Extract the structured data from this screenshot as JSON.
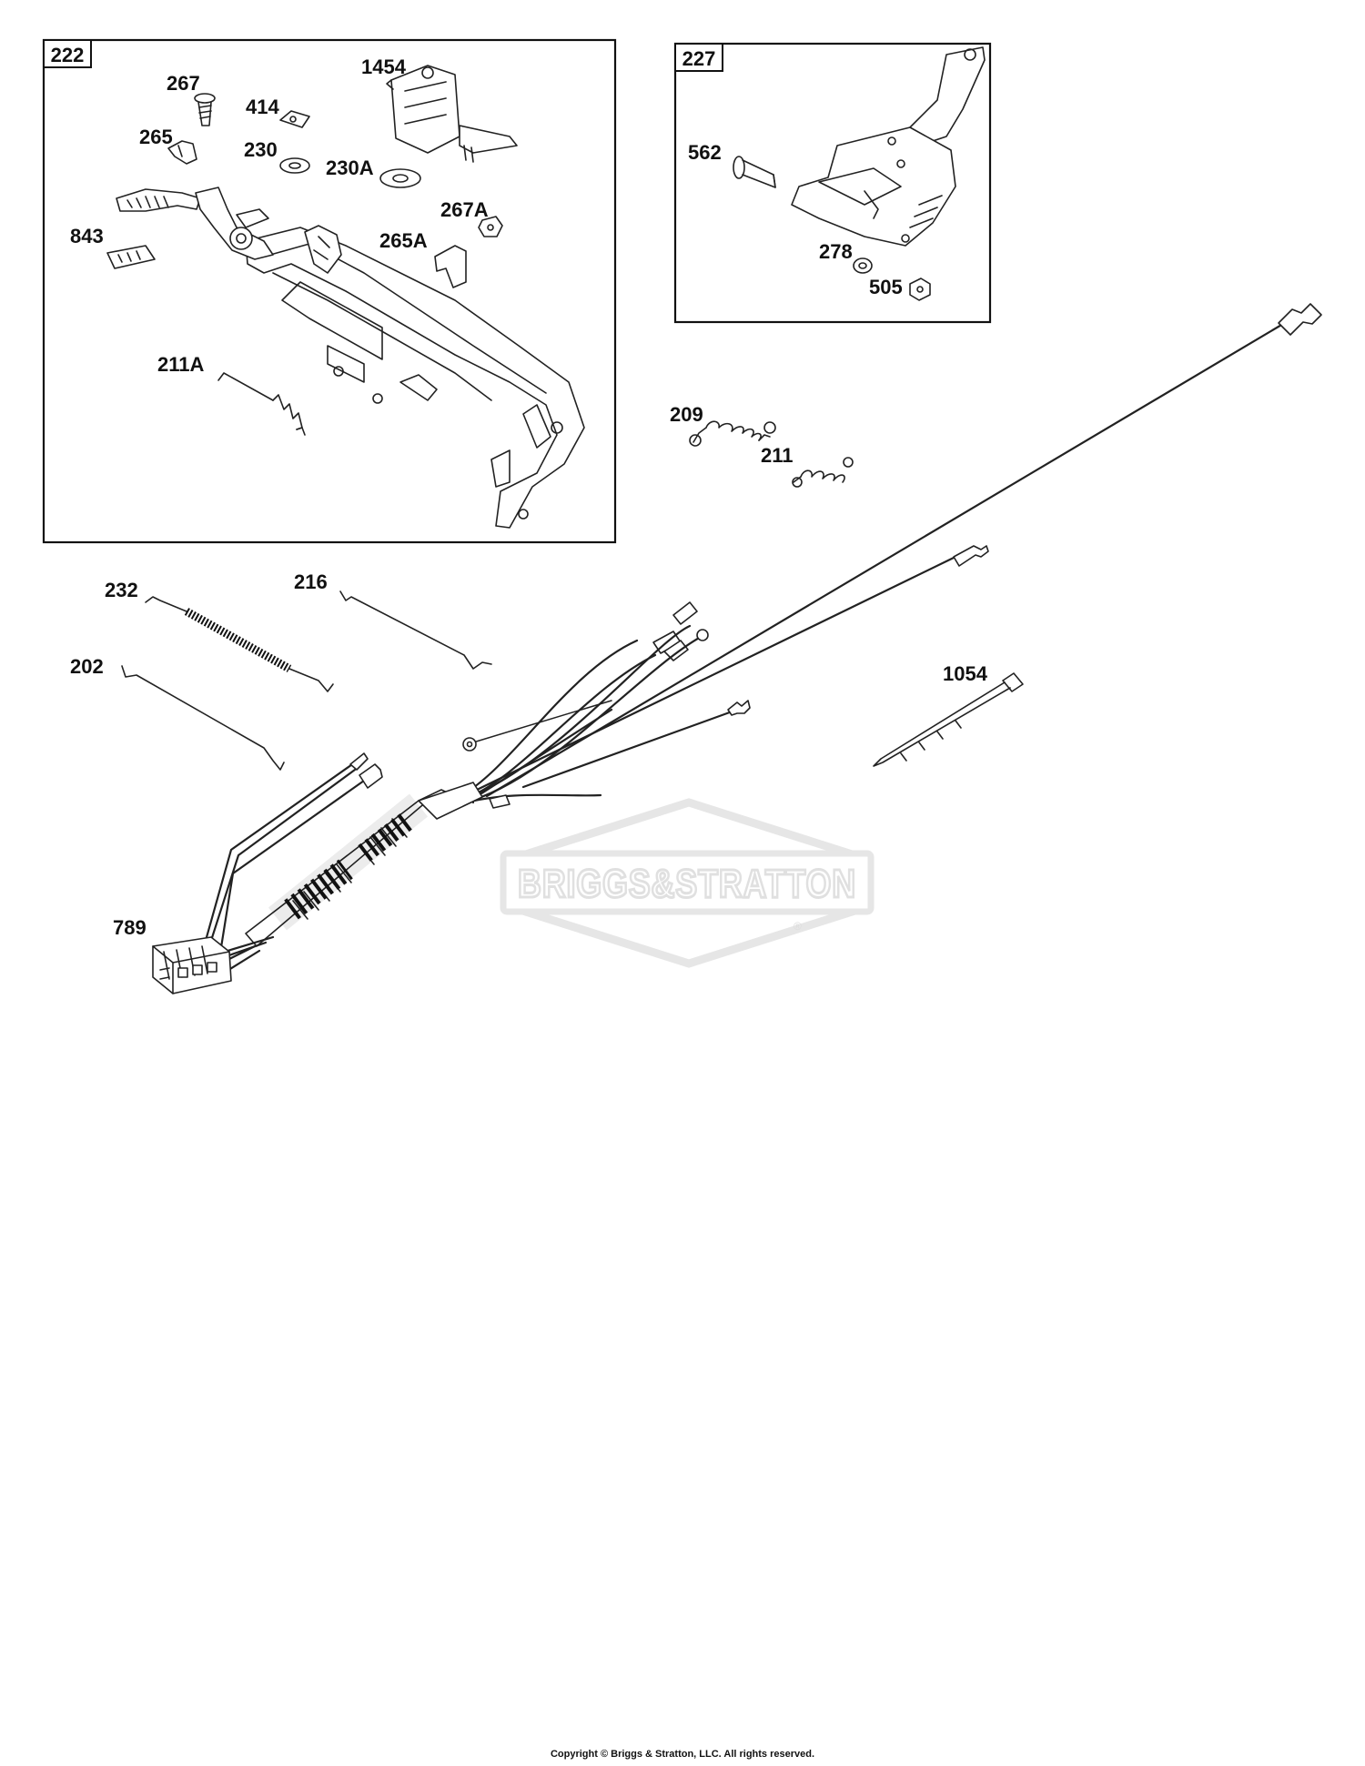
{
  "boxes": {
    "left": "222",
    "right": "227"
  },
  "labels": {
    "p267": "267",
    "p414": "414",
    "p1454": "1454",
    "p265": "265",
    "p230": "230",
    "p230A": "230A",
    "p267A": "267A",
    "p843": "843",
    "p265A": "265A",
    "p211A": "211A",
    "p562": "562",
    "p278": "278",
    "p505": "505",
    "p209": "209",
    "p211": "211",
    "p232": "232",
    "p216": "216",
    "p202": "202",
    "p1054": "1054",
    "p789": "789"
  },
  "watermark": {
    "text": "BRIGGS&STRATTON",
    "mark": "®"
  },
  "copyright": "Copyright © Briggs & Stratton, LLC. All rights reserved."
}
